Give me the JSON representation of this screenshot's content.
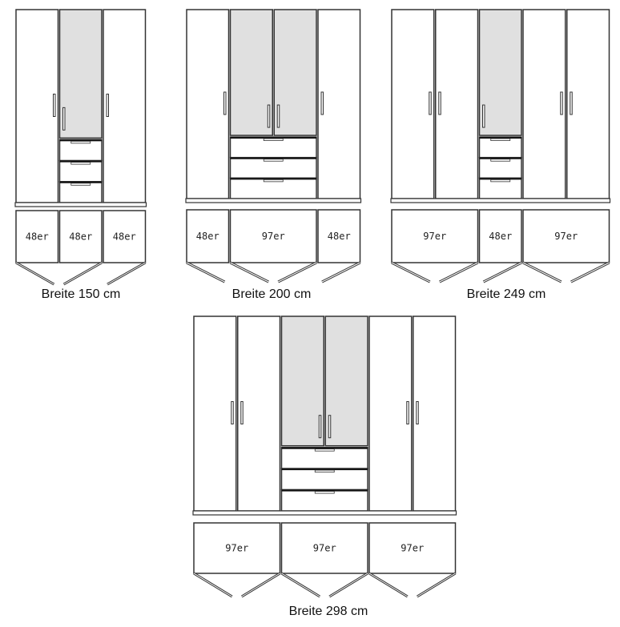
{
  "colors": {
    "line": "#333333",
    "glass": "#e0e0e0",
    "background": "#ffffff"
  },
  "wardrobes": [
    {
      "caption": "Breite 150 cm",
      "modules": [
        {
          "label": "48er",
          "glass": false,
          "drawers": false
        },
        {
          "label": "48er",
          "glass": true,
          "drawers": true
        },
        {
          "label": "48er",
          "glass": false,
          "drawers": false
        }
      ]
    },
    {
      "caption": "Breite 200 cm",
      "modules": [
        {
          "label": "48er",
          "glass": false,
          "drawers": false
        },
        {
          "label": "97er",
          "glass": true,
          "drawers": true
        },
        {
          "label": "48er",
          "glass": false,
          "drawers": false
        }
      ]
    },
    {
      "caption": "Breite 249 cm",
      "modules": [
        {
          "label": "97er",
          "glass": false,
          "drawers": false
        },
        {
          "label": "48er",
          "glass": true,
          "drawers": true
        },
        {
          "label": "97er",
          "glass": false,
          "drawers": false
        }
      ]
    },
    {
      "caption": "Breite 298 cm",
      "modules": [
        {
          "label": "97er",
          "glass": false,
          "drawers": false
        },
        {
          "label": "97er",
          "glass": true,
          "drawers": true
        },
        {
          "label": "97er",
          "glass": false,
          "drawers": false
        }
      ]
    }
  ]
}
